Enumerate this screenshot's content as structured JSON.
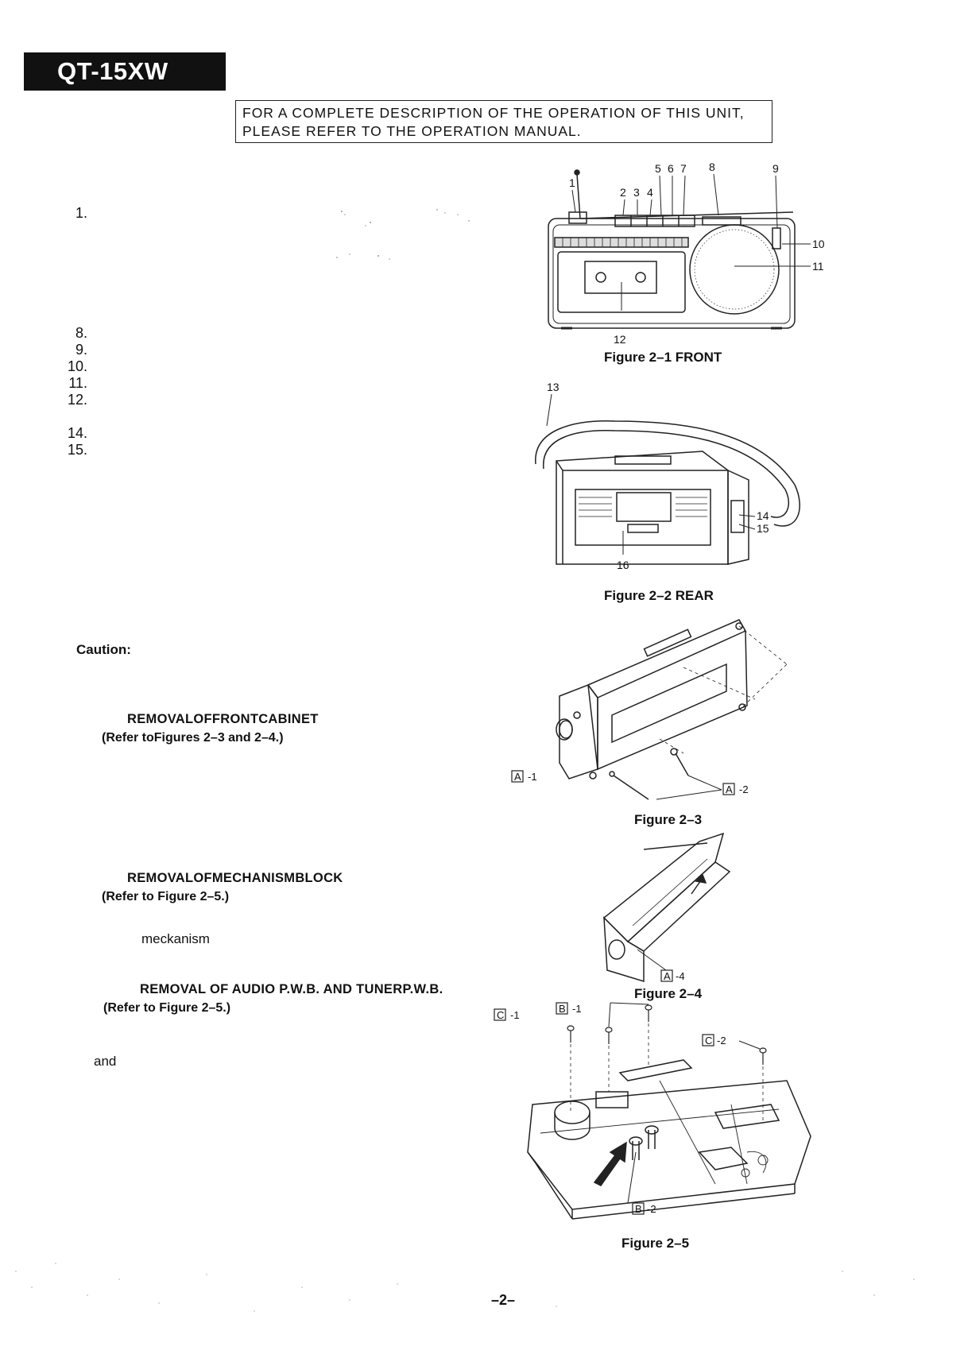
{
  "header": {
    "model": "QT-15XW"
  },
  "notice": {
    "line1": "FOR A COMPLETE DESCRIPTION OF THE OPERATION OF THIS UNIT,",
    "line2": "PLEASE REFER TO THE OPERATION MANUAL."
  },
  "left_list": [
    "1.",
    "8.",
    "9.",
    "10.",
    "11.",
    "12.",
    "14.",
    "15."
  ],
  "caution": "Caution:",
  "sections": {
    "front_cabinet": {
      "heading": "REMOVALOFFRONTCABINET",
      "ref": "(Refer toFigures 2–3 and 2–4.)"
    },
    "mechanism": {
      "heading": "REMOVALOFMECHANISMBLOCK",
      "ref": "(Refer to Figure 2–5.)",
      "body_fragment": "meckanism"
    },
    "pwb": {
      "heading": "REMOVAL OF AUDIO P.W.B. AND TUNERP.W.B.",
      "ref": "(Refer to Figure 2–5.)",
      "body_fragment": "and"
    }
  },
  "figures": {
    "fig1": {
      "caption": "Figure 2–1 FRONT",
      "labels": [
        "1",
        "2",
        "3",
        "4",
        "5",
        "6",
        "7",
        "8",
        "9",
        "10",
        "11",
        "12"
      ]
    },
    "fig2": {
      "caption": "Figure 2–2 REAR",
      "labels": [
        "13",
        "14",
        "15",
        "16"
      ]
    },
    "fig3": {
      "caption": "Figure 2–3",
      "callouts": [
        "A",
        "-1",
        "A",
        "-2"
      ]
    },
    "fig4": {
      "caption": "Figure 2–4",
      "callouts": [
        "A",
        "-4"
      ]
    },
    "fig5": {
      "caption": "Figure 2–5",
      "callouts": [
        "C",
        "-1",
        "B",
        "-1",
        "C",
        "-2",
        "B",
        "-2"
      ]
    }
  },
  "page_number": "–2–"
}
